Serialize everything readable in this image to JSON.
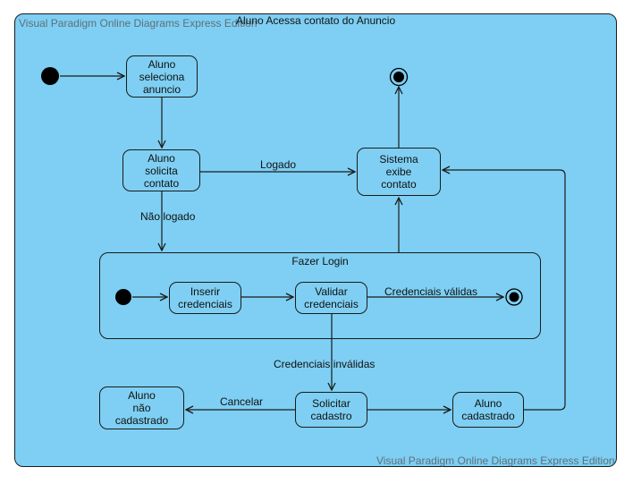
{
  "diagram": {
    "title": "Aluno Acessa contato do Anuncio",
    "watermark_top": "Visual Paradigm Online Diagrams Express Edition",
    "watermark_bottom": "Visual Paradigm Online Diagrams Express Edition",
    "colors": {
      "background": "#7ecff3",
      "stroke": "#1b1b1b",
      "node": "#000000"
    },
    "states": {
      "seleciona": "Aluno\nseleciona\nanuncio",
      "solicita": "Aluno\nsolicita\ncontato",
      "exibe": "Sistema\nexibe\ncontato",
      "inserir": "Inserir\ncredenciais",
      "validar": "Validar\ncredenciais",
      "nao_cadastrado": "Aluno\nnão\ncadastrado",
      "solicitar_cadastro": "Solicitar\ncadastro",
      "cadastrado": "Aluno\ncadastrado"
    },
    "composite_label": "Fazer Login",
    "transitions": {
      "logado": "Logado",
      "nao_logado": "Não logado",
      "credenciais_validas": "Credenciais válidas",
      "credenciais_invalidas": "Credenciais inválidas",
      "cancelar": "Cancelar"
    }
  }
}
